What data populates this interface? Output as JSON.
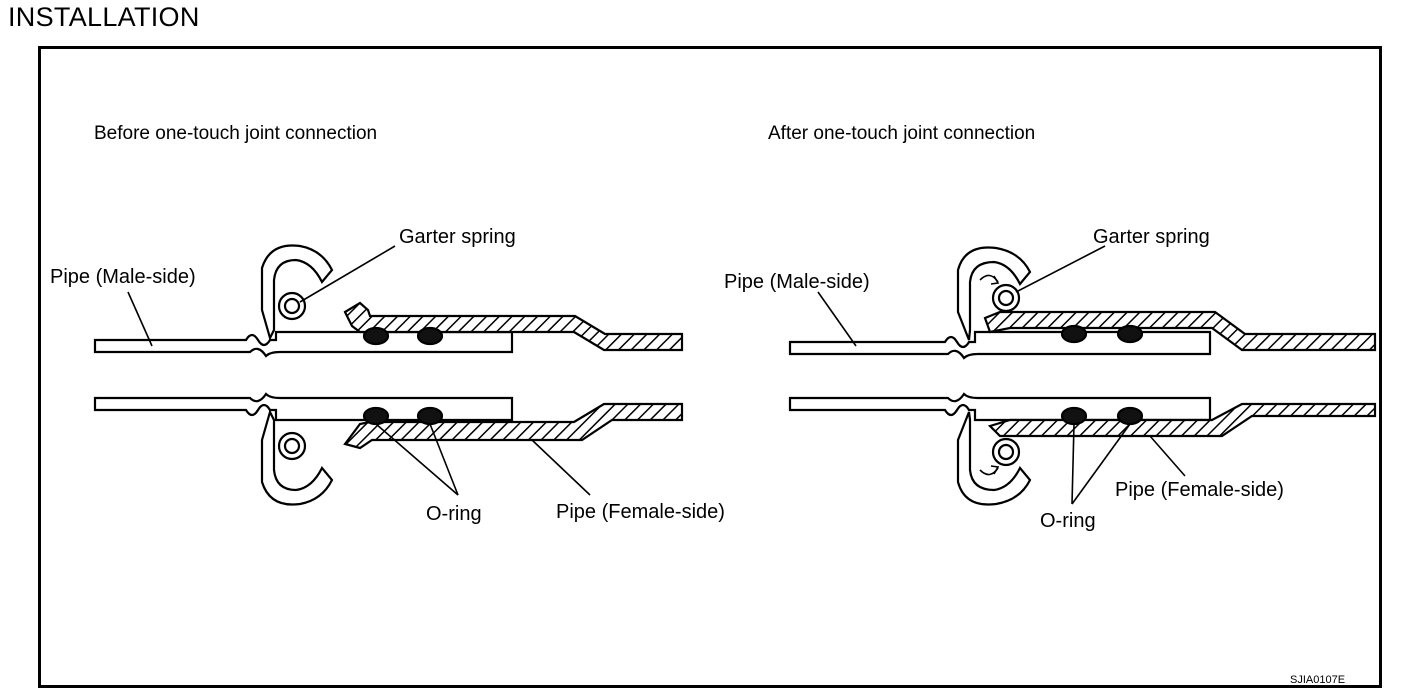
{
  "page": {
    "title": "INSTALLATION"
  },
  "before": {
    "caption": "Before one-touch joint connection",
    "labels": {
      "male_pipe": "Pipe (Male-side)",
      "garter_spring": "Garter spring",
      "o_ring": "O-ring",
      "female_pipe": "Pipe (Female-side)"
    }
  },
  "after": {
    "caption": "After one-touch joint connection",
    "labels": {
      "male_pipe": "Pipe (Male-side)",
      "garter_spring": "Garter spring",
      "o_ring": "O-ring",
      "female_pipe": "Pipe (Female-side)"
    }
  },
  "figure_code": "SJIA0107E"
}
